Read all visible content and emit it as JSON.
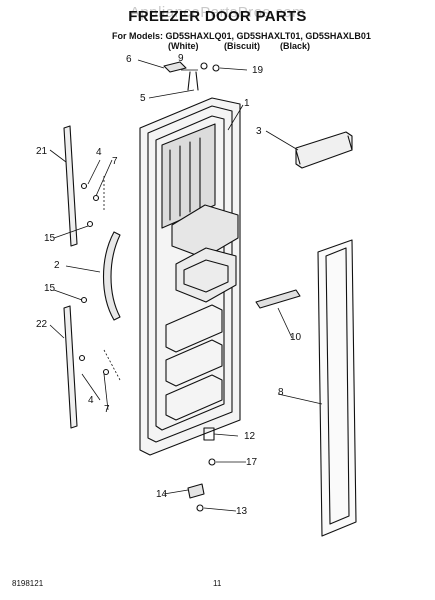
{
  "watermark": "AppliancePartsPros.com",
  "title": "FREEZER DOOR PARTS",
  "models_line": "For Models: GD5SHAXLQ01, GD5SHAXLT01, GD5SHAXLB01",
  "variants": [
    "(White)",
    "(Biscuit)",
    "(Black)"
  ],
  "callouts": [
    "1",
    "2",
    "3",
    "4",
    "5",
    "6",
    "7",
    "8",
    "9",
    "10",
    "12",
    "13",
    "14",
    "15",
    "17",
    "19",
    "21",
    "22"
  ],
  "footer": {
    "doc_number": "8198121",
    "page_number": "11"
  }
}
